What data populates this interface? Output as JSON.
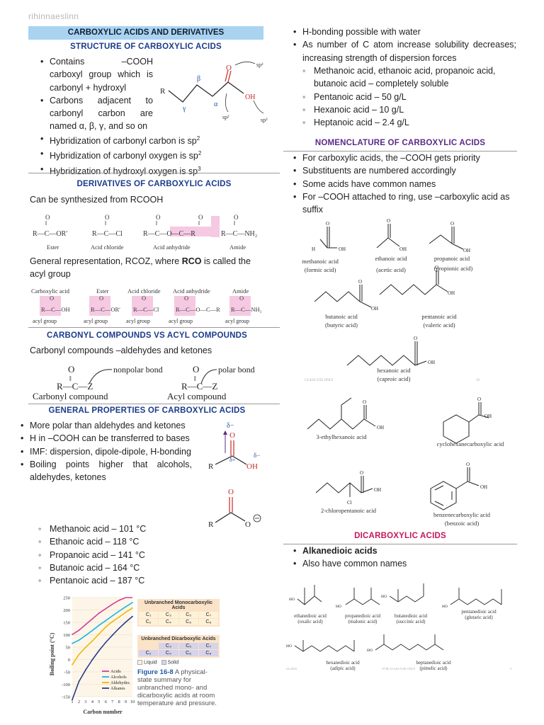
{
  "author": "rihinnaeslinn",
  "title": "CARBOXYLIC ACIDS AND DERIVATIVES",
  "structure": {
    "heading": "STRUCTURE OF CARBOXYLIC ACIDS",
    "b1": "Contains –COOH carboxyl group which is carbonyl + hydroxyl",
    "b2": "Carbons adjacent to carbonyl carbon are named α, β, γ, and so on",
    "b3": "Hybridization of carbonyl carbon is sp",
    "b3_sup": "2",
    "b4": "Hybridization of carbonyl oxygen is sp",
    "b4_sup": "2",
    "b5": "Hybridization of hydroxyl oxygen is sp",
    "b5_sup": "3",
    "diagram": {
      "r": "R",
      "o": "O",
      "oh": "OH",
      "gamma": "γ",
      "beta": "β",
      "alpha": "α"
    }
  },
  "derivatives": {
    "heading": "DERIVATIVES OF CARBOXYLIC ACIDS",
    "intro": "Can be synthesized from RCOOH",
    "names": [
      "Ester",
      "Acid chloride",
      "Acid anhydride",
      "Amide"
    ],
    "formulas": [
      "R—C—OR′",
      "R—C—Cl",
      "R—C—O—C—R",
      "R—C—NH₂"
    ],
    "general_pre": "General representation, RCOZ, where ",
    "general_bold": "RCO",
    "general_post": " is called the acyl group",
    "acyl_names": [
      "Carboxylic acid",
      "Ester",
      "Acid chloride",
      "Acid anhydride",
      "Amide"
    ],
    "acyl_formulas": [
      "R—C—OH",
      "R—C—OR′",
      "R—C—Cl",
      "R—C—O—C—R",
      "R—C—NH₂"
    ],
    "acyl_group_label": "acyl group"
  },
  "carbonyl_vs_acyl": {
    "heading": "CARBONYL COMPOUNDS VS ACYL COMPOUNDS",
    "text": "Carbonyl compounds –aldehydes and ketones",
    "nonpolar": "nonpolar bond",
    "polar": "polar bond",
    "left_label": "Carbonyl compound",
    "right_label": "Acyl compound",
    "formula": "R—C—Z"
  },
  "properties": {
    "heading": "GENERAL PROPERTIES OF CARBOXYLIC ACIDS",
    "b1": "More polar than aldehydes and ketones",
    "b2": "H in –COOH can be transferred to bases",
    "b3": "IMF: dispersion, dipole-dipole, H-bonding",
    "b4": "Boiling points higher that alcohols, aldehydes, ketones",
    "bp": [
      "Methanoic acid – 101 °C",
      "Ethanoic acid – 118 °C",
      "Propanoic acid – 141 °C",
      "Butanoic acid – 164 °C",
      "Pentanoic acid – 187 °C"
    ]
  },
  "chart_data": {
    "type": "line",
    "title": "",
    "xlabel": "Carbon number",
    "ylabel": "Boiling point (°C)",
    "x": [
      1,
      2,
      3,
      4,
      5,
      6,
      7,
      8,
      9,
      10
    ],
    "xlim": [
      1,
      10
    ],
    "ylim": [
      -150,
      250
    ],
    "yticks": [
      250,
      200,
      150,
      100,
      50,
      0,
      -50,
      -100,
      -150
    ],
    "legend_position": "bottom-right",
    "series": [
      {
        "name": "Acids",
        "color": "#d43d9a",
        "values": [
          101,
          118,
          141,
          164,
          187,
          205,
          223,
          239,
          254,
          268
        ]
      },
      {
        "name": "Alcohols",
        "color": "#1ab5e4",
        "values": [
          65,
          78,
          97,
          117,
          138,
          157,
          176,
          195,
          213,
          230
        ]
      },
      {
        "name": "Aldehydes",
        "color": "#f2b705",
        "values": [
          -21,
          20,
          49,
          75,
          103,
          131,
          153,
          171,
          191,
          208
        ]
      },
      {
        "name": "Alkanes",
        "color": "#2a3b91",
        "values": [
          -162,
          -89,
          -42,
          -1,
          36,
          69,
          98,
          126,
          151,
          174
        ]
      }
    ]
  },
  "tables": {
    "mono_title": "Unbranched Monocarboxylic Acids",
    "mono_cells": [
      "C₁",
      "C₃",
      "C₅",
      "C₇",
      "C₂",
      "C₄",
      "C₆",
      "C₈"
    ],
    "di_title": "Unbranched Dicarboxylic Acids",
    "di_cells": [
      "C₃",
      "C₅",
      "C₇",
      "C₂",
      "C₄",
      "C₆",
      "C₈"
    ],
    "legend_liquid": "Liquid",
    "legend_solid": "Solid",
    "caption_bold": "Figure 16-8",
    "caption": "A physical-state summary for unbranched mono- and dicarboxylic acids at room temperature and pressure."
  },
  "solubility": {
    "b1": "H-bonding possible with water",
    "b2": "As number of C atom increase solubility decreases; increasing strength of dispersion forces",
    "s": [
      "Methanoic acid, ethanoic acid, propanoic acid, butanoic acid – completely soluble",
      "Pentanoic acid – 50 g/L",
      "Hexanoic acid – 10 g/L",
      "Heptanoic acid – 2.4 g/L"
    ]
  },
  "nomenclature": {
    "heading": "NOMENCLATURE OF CARBOXYLIC ACIDS",
    "b": [
      "For carboxylic acids, the –COOH gets priority",
      "Substituents are numbered accordingly",
      "Some acids have common names",
      "For –COOH attached to ring, use –carboxylic acid as suffix"
    ],
    "structures": [
      {
        "name": "methanoic acid",
        "common": "(formic acid)"
      },
      {
        "name": "ethanoic acid",
        "common": "(acetic acid)"
      },
      {
        "name": "propanoic acid",
        "common": "(propionic acid)"
      },
      {
        "name": "butanoic acid",
        "common": "(butyric acid)"
      },
      {
        "name": "pentanoic acid",
        "common": "(valeric acid)"
      },
      {
        "name": "hexanoic acid",
        "common": "(caproic acid)"
      },
      {
        "name": "3-ethylhexanoic acid"
      },
      {
        "name": "cyclohexanecarboxylic acid"
      },
      {
        "name": "2-chloropentanoic acid"
      },
      {
        "name": "benzenecarboxylic acid",
        "common": "(benzoic acid)"
      }
    ],
    "atom_o": "O",
    "atom_oh": "OH",
    "atom_h": "H",
    "atom_cl": "Cl",
    "watermark": "CLASS USE ONLY",
    "page_num": "10"
  },
  "dicarboxylic": {
    "heading": "DICARBOXYLIC ACIDS",
    "b1": "Alkanedioic acids",
    "b2": "Also have common names",
    "structures": [
      {
        "name": "ethanedioic acid",
        "common": "(oxalic acid)"
      },
      {
        "name": "propanedioic acid",
        "common": "(malonic acid)"
      },
      {
        "name": "butanedioic acid",
        "common": "(succinic acid)"
      },
      {
        "name": "pentanedioic acid",
        "common": "(glutaric acid)"
      },
      {
        "name": "hexanedioic acid",
        "common": "(adipic acid)"
      },
      {
        "name": "heptanedioic acid",
        "common": "(pimelic acid)"
      }
    ],
    "ho": "HO",
    "footer_left": "GL2003",
    "footer_mid": "FOR CLASS USE ONLY",
    "footer_right": "5"
  }
}
